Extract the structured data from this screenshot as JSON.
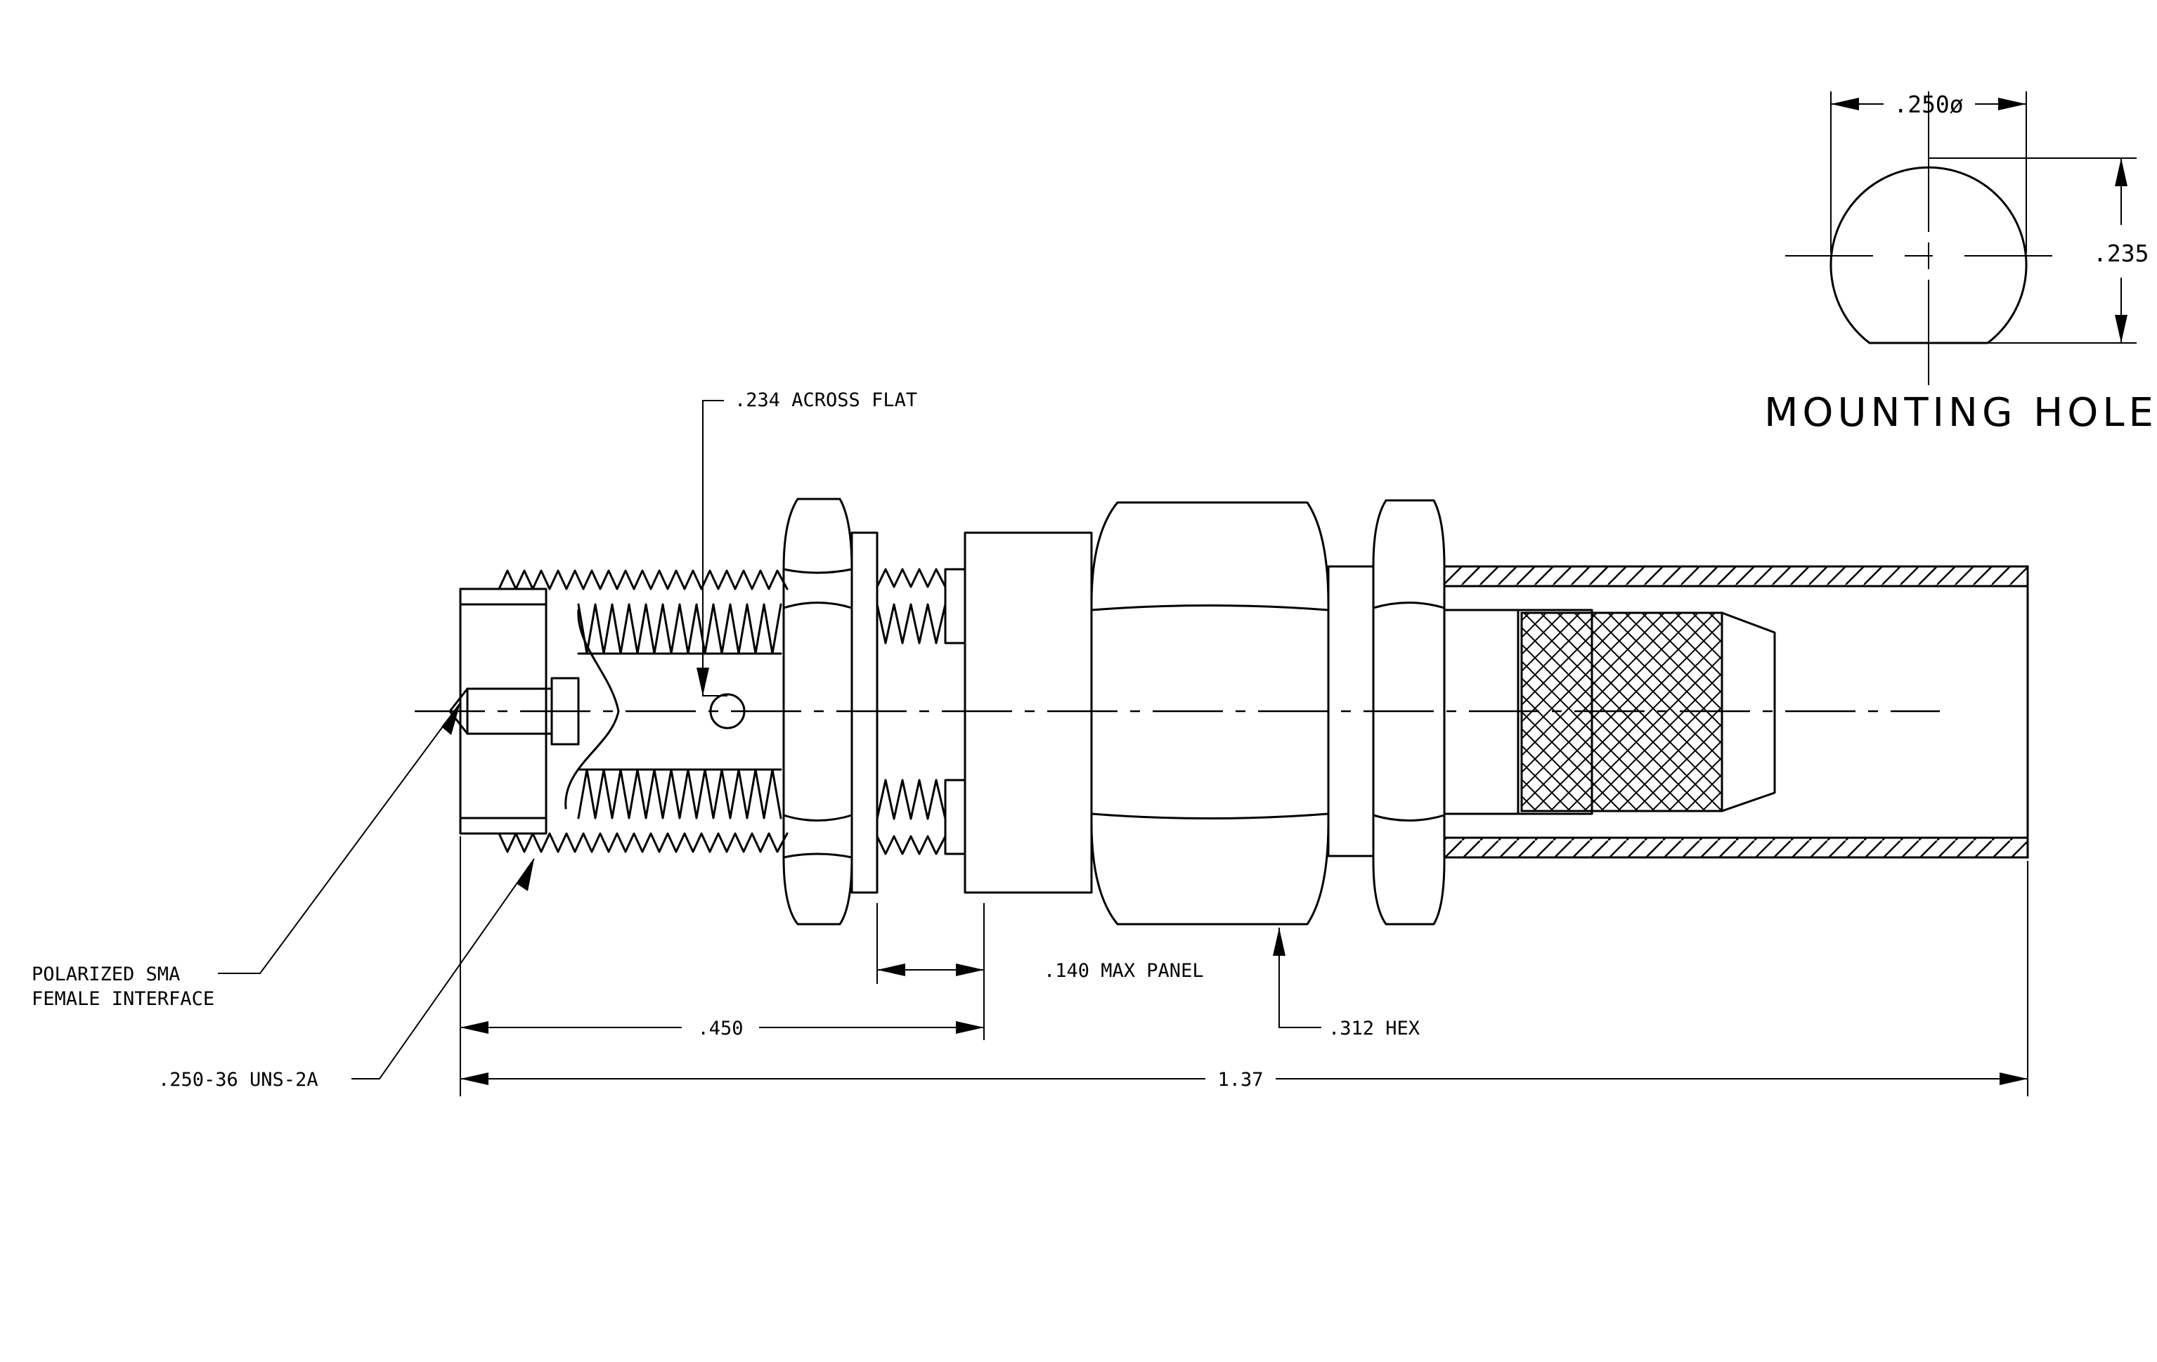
{
  "labels": {
    "across_flat": ".234 ACROSS FLAT",
    "mounting_hole_title": "MOUNTING HOLE",
    "hole_diameter": ".250ø",
    "hole_height": ".235",
    "interface_line1": "POLARIZED SMA",
    "interface_line2": "FEMALE INTERFACE",
    "thread_spec": ".250-36 UNS-2A",
    "dim_thread_length": ".450",
    "dim_overall_length": "1.37",
    "max_panel": ".140 MAX PANEL",
    "hex_size": ".312 HEX"
  },
  "colors": {
    "line": "#000000",
    "background": "#ffffff"
  }
}
